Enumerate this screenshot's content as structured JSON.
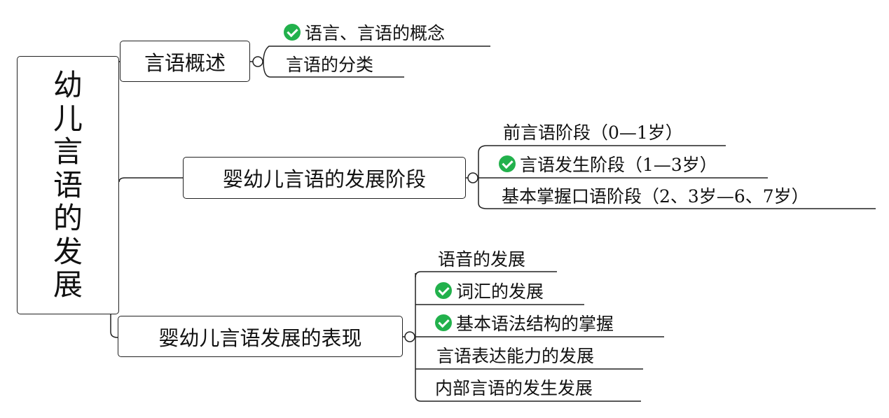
{
  "root": {
    "chars": [
      "幼",
      "儿",
      "言",
      "语",
      "的",
      "发",
      "展"
    ]
  },
  "branches": [
    {
      "label": "言语概述",
      "children": [
        {
          "label": "语言、言语的概念",
          "checked": true
        },
        {
          "label": "言语的分类",
          "checked": false
        }
      ]
    },
    {
      "label": "婴幼儿言语的发展阶段",
      "children": [
        {
          "label": "前言语阶段（0—1岁）",
          "checked": false
        },
        {
          "label": "言语发生阶段（1—3岁）",
          "checked": true
        },
        {
          "label": "基本掌握口语阶段（2、3岁—6、7岁）",
          "checked": false
        }
      ]
    },
    {
      "label": "婴幼儿言语发展的表现",
      "children": [
        {
          "label": "语音的发展",
          "checked": false
        },
        {
          "label": "词汇的发展",
          "checked": true
        },
        {
          "label": "基本语法结构的掌握",
          "checked": true
        },
        {
          "label": "言语表达能力的发展",
          "checked": false
        },
        {
          "label": "内部言语的发生发展",
          "checked": false
        }
      ]
    }
  ],
  "colors": {
    "check": "#22b14c",
    "line": "#222222"
  }
}
